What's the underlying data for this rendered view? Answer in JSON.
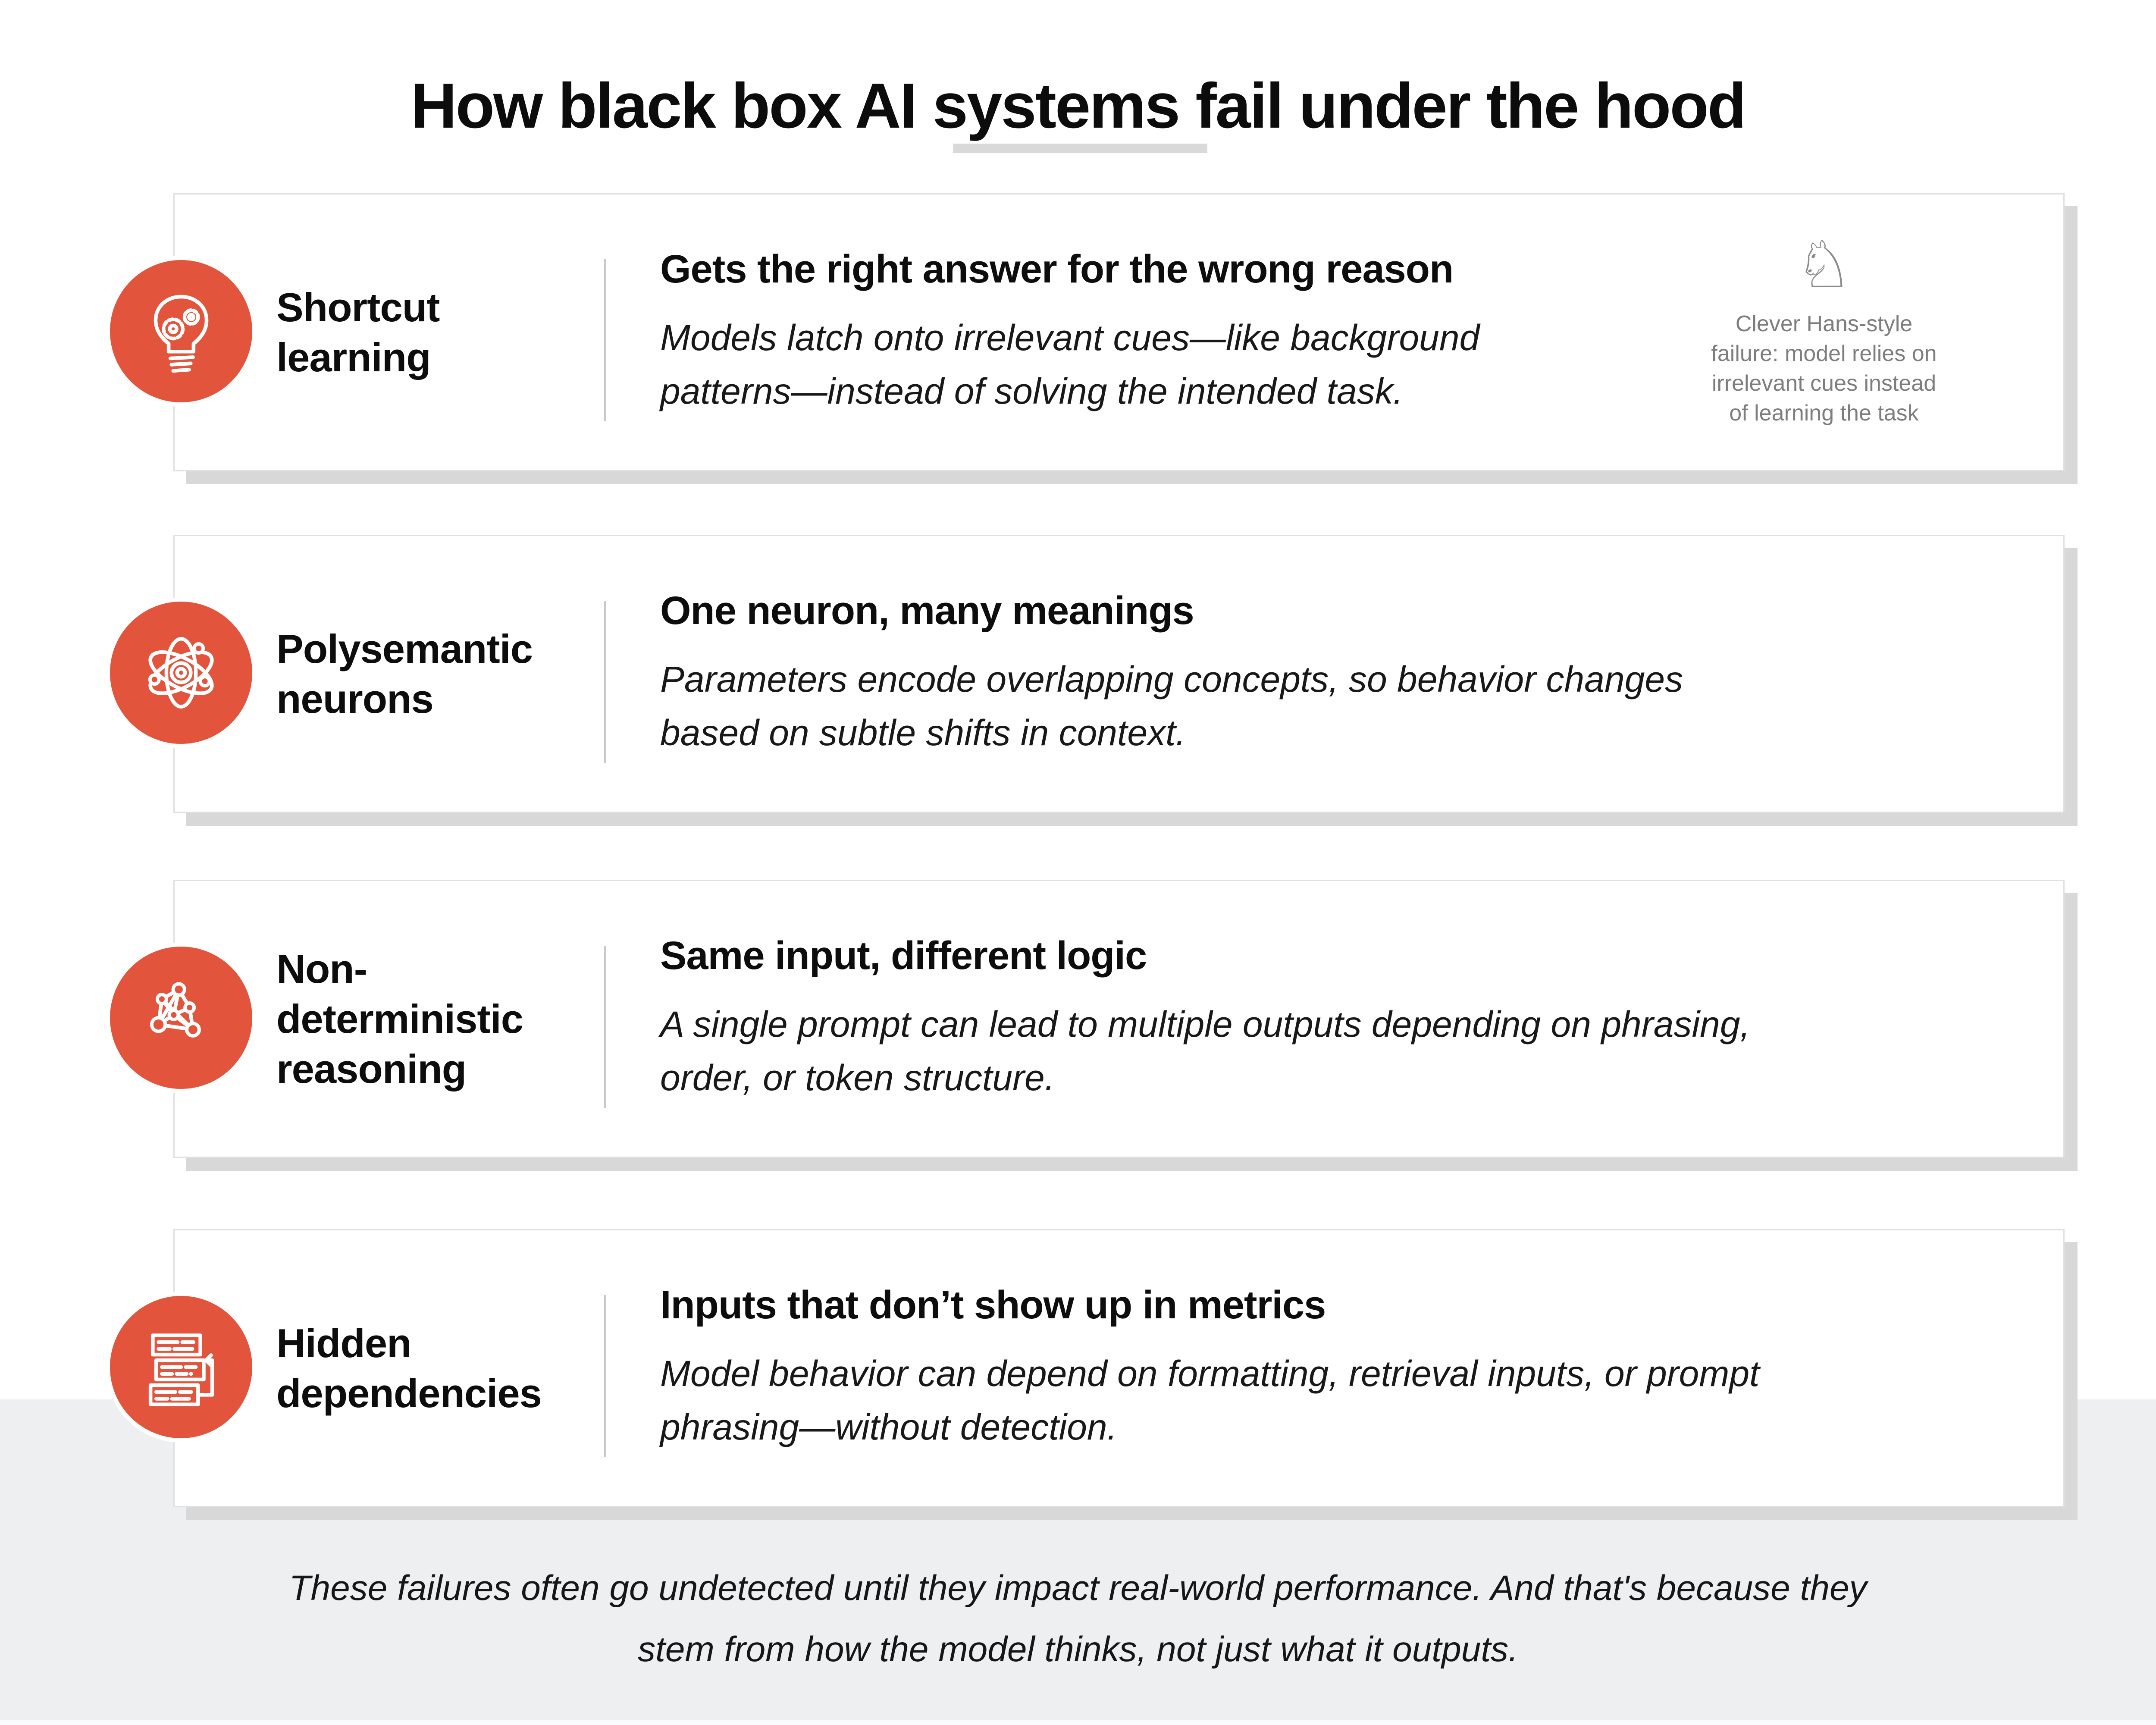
{
  "title": "How black box AI systems fail under the hood",
  "colors": {
    "accent_orange": "#e2543c",
    "card_shadow": "#d8d8d8",
    "footer_band": "#edeff1",
    "annotation_gray": "#7d7d7d",
    "divider_gray": "#d9d9d9"
  },
  "cards": [
    {
      "icon": "lightbulb-gears-icon",
      "label_lines": [
        "Shortcut",
        "learning"
      ],
      "heading": "Gets the right answer for the wrong reason",
      "body_lines": [
        "Models latch onto irrelevant cues—like background",
        "patterns—instead of solving the intended task."
      ],
      "annotation": {
        "icon": "chess-knight-icon",
        "glyph": "♘",
        "lines": [
          "Clever Hans-style",
          "failure: model relies on",
          "irrelevant cues instead",
          "of learning the task"
        ]
      }
    },
    {
      "icon": "atom-icon",
      "label_lines": [
        "Polysemantic",
        "neurons"
      ],
      "heading": "One neuron, many meanings",
      "body_lines": [
        "Parameters encode overlapping concepts, so behavior changes",
        "based on subtle shifts in context."
      ]
    },
    {
      "icon": "network-nodes-icon",
      "label_lines": [
        "Non-",
        "deterministic",
        "reasoning"
      ],
      "heading": "Same input, different logic",
      "body_lines": [
        "A single prompt can lead to multiple outputs depending on phrasing,",
        "order, or token structure."
      ]
    },
    {
      "icon": "stacked-lists-sync-icon",
      "label_lines": [
        "Hidden",
        "dependencies"
      ],
      "heading": "Inputs that don’t show up in metrics",
      "body_lines": [
        "Model behavior can depend on formatting, retrieval inputs, or prompt",
        "phrasing—without detection."
      ]
    }
  ],
  "footer_lines": [
    "These failures often go undetected until they impact real-world performance. And that's because they",
    "stem from how the model thinks, not just what it outputs."
  ]
}
